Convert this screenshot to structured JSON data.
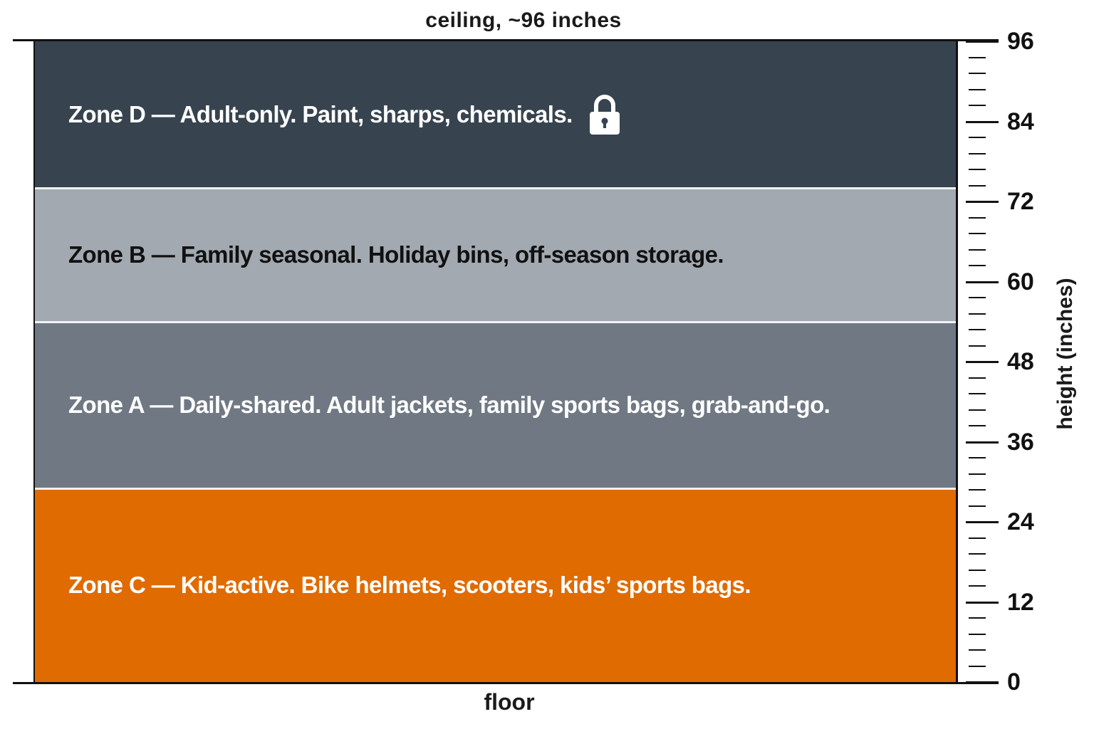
{
  "ceiling_label": "ceiling, ~96 inches",
  "floor_label": "floor",
  "axis": {
    "label": "height (inches)",
    "min": 0,
    "max": 96,
    "major_ticks": [
      0,
      12,
      24,
      36,
      48,
      60,
      72,
      84,
      96
    ],
    "minor_step": 2.4
  },
  "zones": [
    {
      "id": "D",
      "label": "Zone D — Adult-only. Paint, sharps, chemicals.",
      "top_in": 96,
      "bottom_in": 74,
      "fill": "#37444f",
      "text_color": "#ffffff",
      "icon": "lock-icon"
    },
    {
      "id": "B",
      "label": "Zone B — Family seasonal. Holiday bins, off-season storage.",
      "top_in": 74,
      "bottom_in": 54,
      "fill": "#a2a9b1",
      "text_color": "#111111"
    },
    {
      "id": "A",
      "label": "Zone A — Daily-shared. Adult jackets, family sports bags, grab-and-go.",
      "top_in": 54,
      "bottom_in": 29,
      "fill": "#707983",
      "text_color": "#ffffff"
    },
    {
      "id": "C",
      "label": "Zone C — Kid-active. Bike helmets, scooters, kids’ sports bags.",
      "top_in": 29,
      "bottom_in": 0,
      "fill": "#e06b00",
      "text_color": "#ffffff"
    }
  ]
}
